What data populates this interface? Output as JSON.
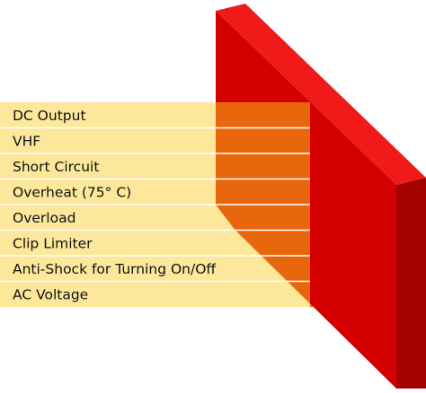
{
  "labels": [
    "DC Output",
    "VHF",
    "Short Circuit",
    "Overheat (75° C)",
    "Overload",
    "Clip Limiter",
    "Anti-Shock for Turning On/Off",
    "AC Voltage"
  ],
  "colors": {
    "band": "#fce79b",
    "band_overlap": "#e8670d",
    "separator": "#ffffff",
    "wall_front": "#d40000",
    "wall_top": "#f11a1a",
    "wall_side": "#a50000",
    "label_text": "#111111"
  }
}
